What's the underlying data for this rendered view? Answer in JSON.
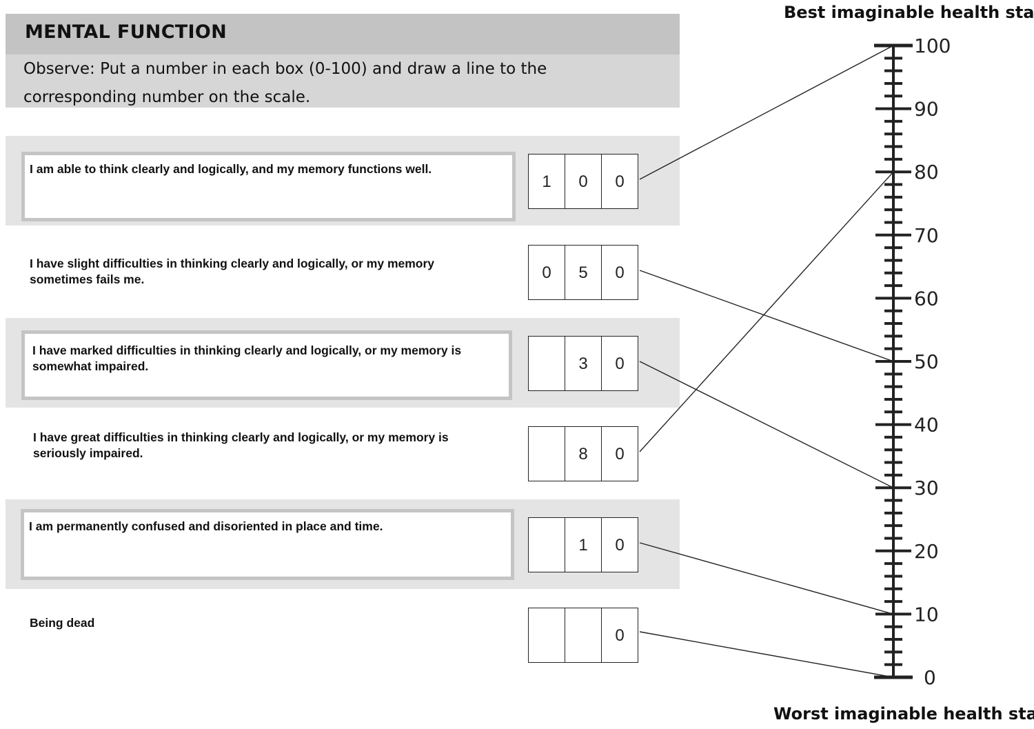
{
  "header": {
    "title": "MENTAL FUNCTION",
    "instructions": "Observe: Put a number in each box (0-100) and draw a line to the corresponding number on the scale."
  },
  "statements": [
    {
      "text": "I am able to think  clearly and logically, and my memory  functions well.",
      "digits": [
        "1",
        "0",
        "0"
      ],
      "value": 100
    },
    {
      "text": "I have slight difficulties in thinking clearly and logically, or my  memory sometimes  fails me.",
      "digits": [
        "0",
        "5",
        "0"
      ],
      "value": 50
    },
    {
      "text": "I have marked difficulties in thinking clearly and logically, or my memory is somewhat impaired.",
      "digits": [
        "",
        "3",
        "0"
      ],
      "value": 30
    },
    {
      "text": "I have great difficulties in thinking clearly and logically, or my memory is seriously impaired.",
      "digits": [
        "",
        "8",
        "0"
      ],
      "value": 80
    },
    {
      "text": "I am permanently confused and disoriented in place and time.",
      "digits": [
        "",
        "1",
        "0"
      ],
      "value": 10
    },
    {
      "text": "Being dead",
      "digits": [
        "",
        "",
        "0"
      ],
      "value": 0
    }
  ],
  "scale": {
    "top_label": "Best imaginable health state",
    "bottom_label": "Worst imaginable health state",
    "min": 0,
    "max": 100,
    "major_step": 10,
    "minor_step": 2,
    "tick_labels": [
      "100",
      "90",
      "80",
      "70",
      "60",
      "50",
      "40",
      "30",
      "20",
      "10",
      "0"
    ]
  }
}
